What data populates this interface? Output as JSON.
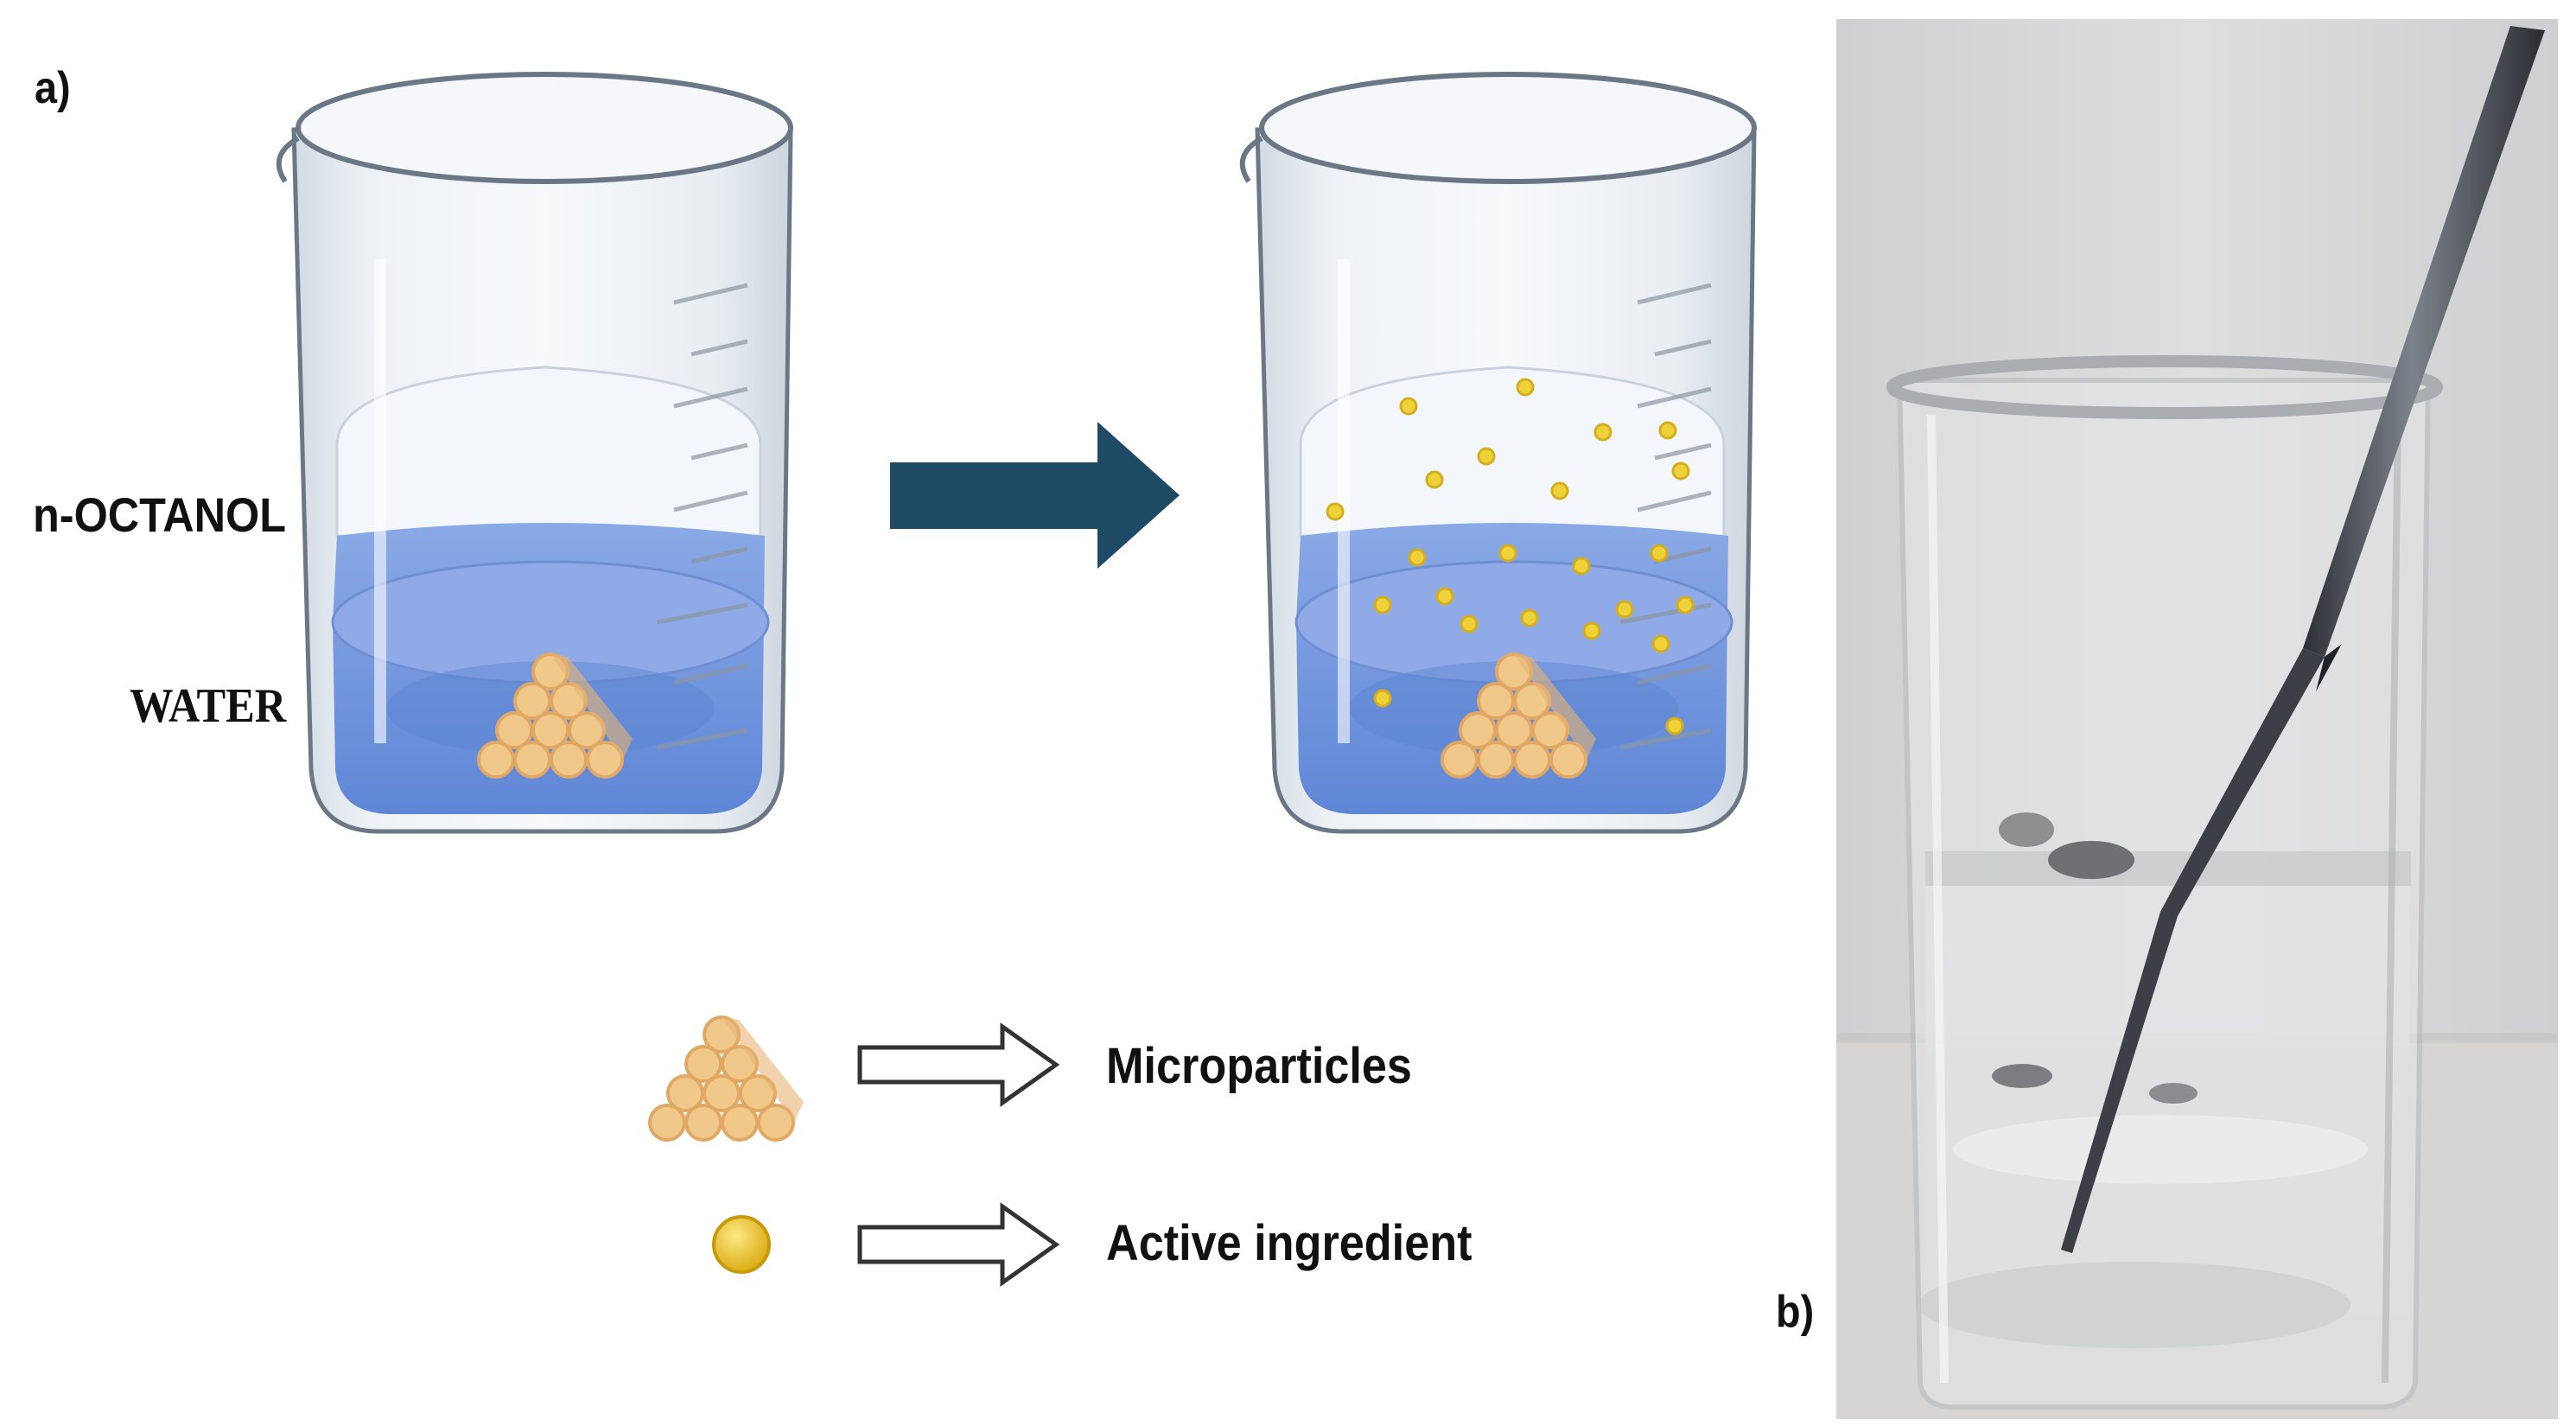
{
  "figure": {
    "panel_a_label": "a)",
    "panel_b_label": "b)",
    "layer_labels": {
      "octanol": "n-OCTANOL",
      "water": "WATER"
    },
    "legend": [
      {
        "icon": "microparticles-pyramid-icon",
        "label": "Microparticles"
      },
      {
        "icon": "active-ingredient-dot-icon",
        "label": "Active ingredient"
      }
    ],
    "colors": {
      "arrow": "#1e4a66",
      "water": "#6f93dc",
      "octanol": "#f2f5fa",
      "particle": "#f1c77f",
      "active_ingredient": "#f2c21b",
      "beaker_glass": "#cfd8e2"
    }
  }
}
